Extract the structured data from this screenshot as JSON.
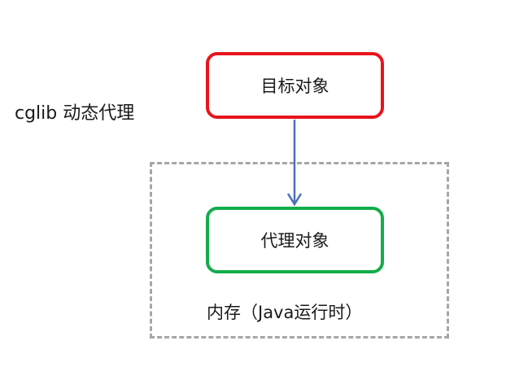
{
  "caption": "cglib 动态代理",
  "nodes": {
    "target": "目标对象",
    "proxy": "代理对象"
  },
  "memory_region": {
    "label": "内存（Java运行时）"
  },
  "colors": {
    "target_border": "#e8141b",
    "proxy_border": "#12ad4b",
    "arrow": "#4a72b8",
    "region_border": "#a6a6a6"
  }
}
